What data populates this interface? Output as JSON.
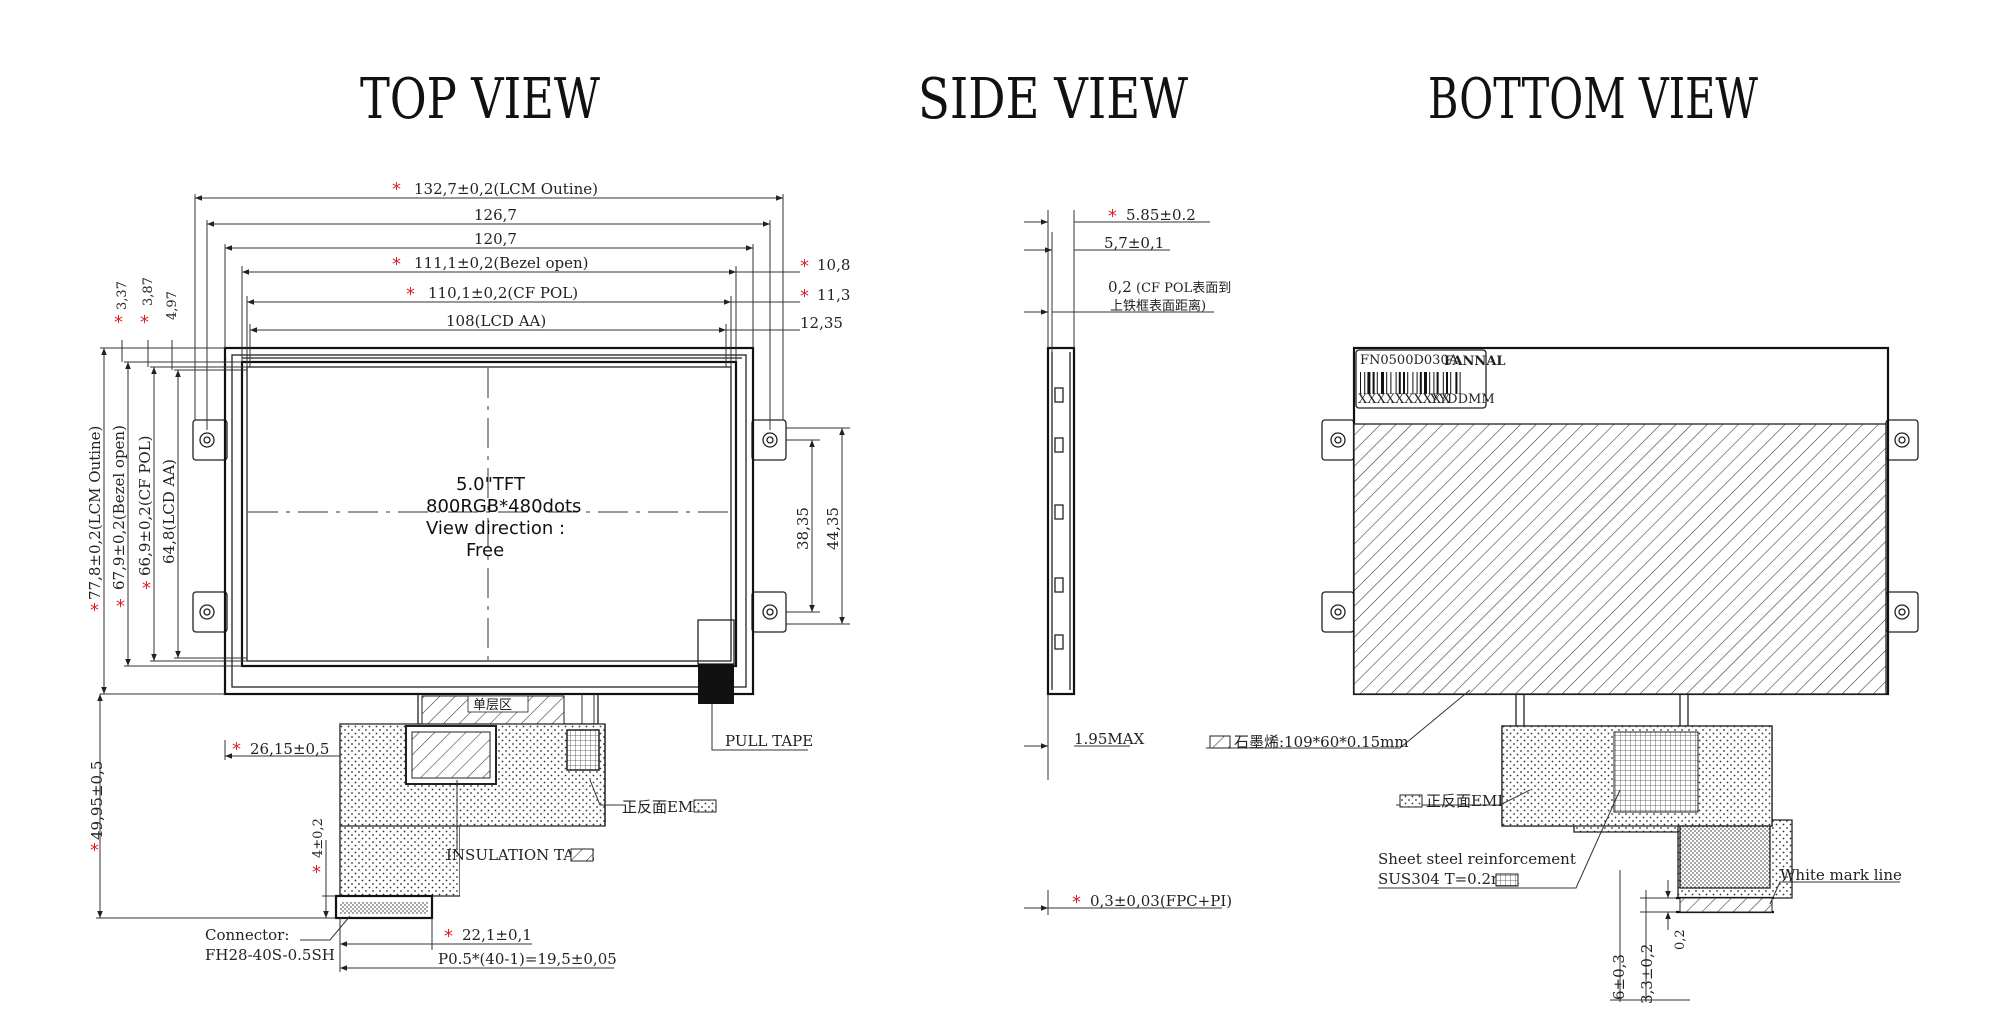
{
  "titles": {
    "top": "TOP VIEW",
    "side": "SIDE VIEW",
    "bottom": "BOTTOM VIEW"
  },
  "top": {
    "dim_outline_w": "132,7±0,2(LCM Outine)",
    "dim_1267": "126,7",
    "dim_1207": "120,7",
    "dim_bezel_w": "111,1±0,2(Bezel open)",
    "dim_cfpol_w": "110,1±0,2(CF POL)",
    "dim_aa_w": "108(LCD AA)",
    "dim_108": "10,8",
    "dim_113": "11,3",
    "dim_1235": "12,35",
    "dim_337": "3,37",
    "dim_387": "3,87",
    "dim_497": "4,97",
    "dim_outline_h": "77,8±0,2(LCM Outine)",
    "dim_bezel_h": "67,9±0,2(Bezel open)",
    "dim_cfpol_h": "66,9±0,2(CF POL)",
    "dim_aa_h": "64,8(LCD AA)",
    "dim_3835": "38,35",
    "dim_4435": "44,35",
    "panel_line1": "5.0\"TFT",
    "panel_line2": "800RGB*480dots",
    "panel_line3": "View direction :",
    "panel_line4": "Free",
    "single_layer": "单层区",
    "pull_tape": "PULL TAPE",
    "dim_2615": "26,15±0,5",
    "emi": "正反面EMI",
    "insulation": "INSULATION TAPE",
    "dim_4995": "49,95±0,5",
    "dim_402": "4±0,2",
    "dim_221": "22,1±0,1",
    "connector_1": "Connector:",
    "connector_2": "FH28-40S-0.5SH",
    "pitch": "P0.5*(40-1)=19,5±0,05"
  },
  "side": {
    "dim_585": "5.85±0.2",
    "dim_57": "5,7±0,1",
    "dim_02_a": "0,2",
    "dim_02_b": "(CF POL表面到",
    "dim_02_c": "上铁框表面距离)",
    "dim_195": "1.95MAX",
    "dim_03": "0,3±0,03(FPC+PI)"
  },
  "bottom": {
    "label_model": "FN0500D030A",
    "label_brand": "FANNAL",
    "label_serial": "XXXXXXXXXX",
    "label_date": "YYDDMM",
    "graphite": "石墨烯:109*60*0.15mm",
    "emi": "正反面EMI",
    "steel_1": "Sheet steel reinforcement",
    "steel_2": "SUS304 T=0.2mm",
    "white_mark": "White mark line",
    "dim_02": "0,2",
    "dim_603": "6±0,3",
    "dim_3302": "3,3±0,2"
  },
  "colors": {
    "ink": "#222222",
    "required_mark": "#e02020"
  }
}
